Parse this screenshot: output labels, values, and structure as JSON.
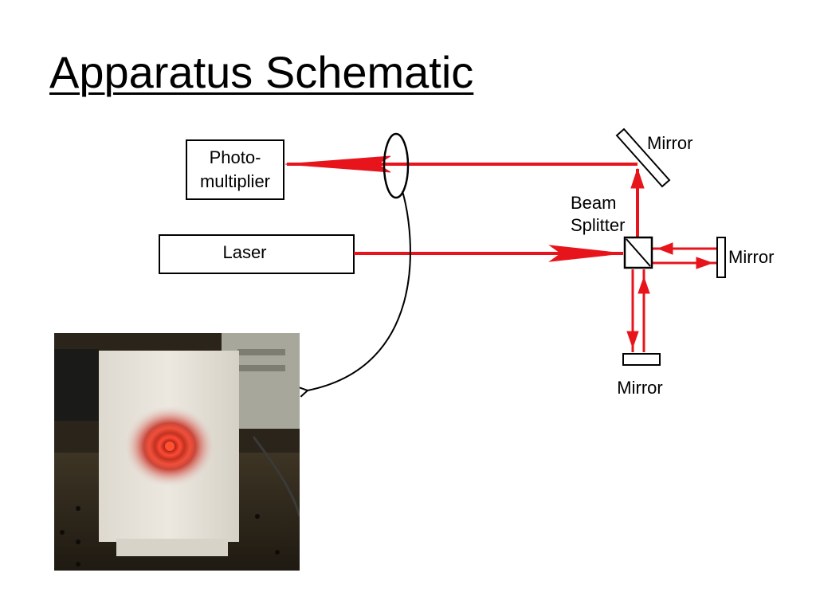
{
  "slide": {
    "title": "Apparatus Schematic"
  },
  "labels": {
    "photomultiplier_line1": "Photo-",
    "photomultiplier_line2": "multiplier",
    "laser": "Laser",
    "mirror_top": "Mirror",
    "beam_splitter_line1": "Beam",
    "beam_splitter_line2": "Splitter",
    "mirror_right": "Mirror",
    "mirror_bottom": "Mirror"
  },
  "colors": {
    "beam": "#e8141c",
    "outline": "#000000",
    "background": "#ffffff"
  },
  "photo": {
    "subject": "interference fringes on white screen"
  }
}
